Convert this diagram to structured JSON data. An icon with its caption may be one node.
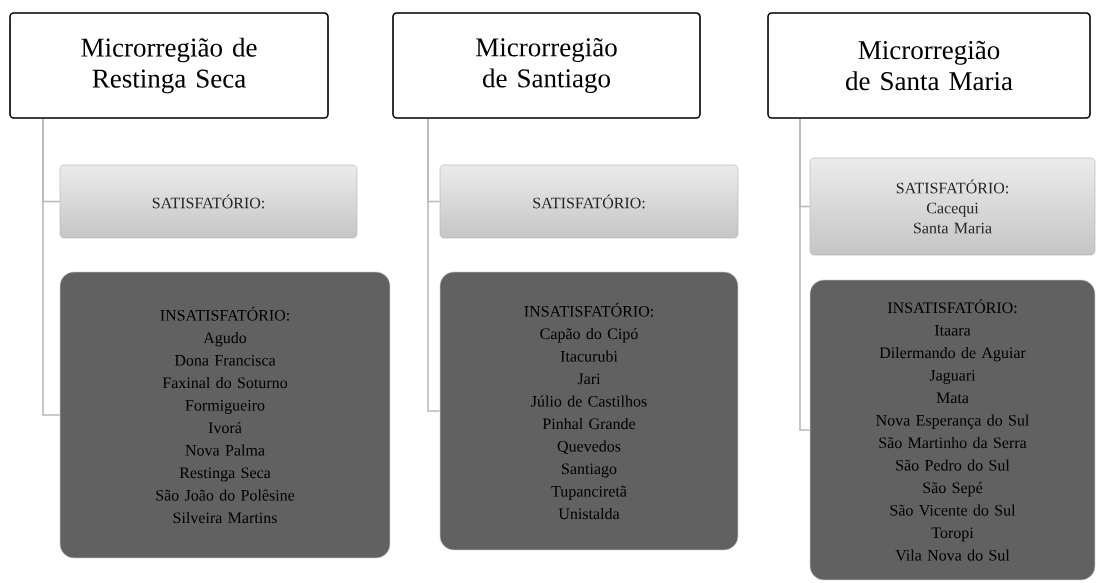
{
  "diagram": {
    "nodes": [
      {
        "text": [
          "Microrregião de Restinga Seca"
        ]
      },
      {
        "text": [
          "SATISFATÓRIO:"
        ]
      },
      {
        "text": [
          "INSATISFATÓRIO:",
          "Agudo",
          "Dona Francisca",
          "Faxinal do Soturno",
          "Formigueiro",
          "Ivorá",
          "Nova Palma",
          "Restinga Seca",
          "São João do Polêsine",
          "Silveira Martins"
        ]
      },
      {
        "text": [
          "Microrregião de Santiago"
        ]
      },
      {
        "text": [
          "SATISFATÓRIO:"
        ]
      },
      {
        "text": [
          "INSATISFATÓRIO:",
          "Capão do Cipó",
          "Itacurubi",
          "Jari",
          "Júlio de Castilhos",
          "Pinhal Grande",
          "Quevedos",
          "Santiago",
          "Tupanciretã",
          "Unistalda"
        ]
      },
      {
        "text": [
          "Microrregião de Santa Maria"
        ]
      },
      {
        "text": [
          "SATISFATÓRIO:",
          "Cacequi",
          "Santa Maria"
        ]
      },
      {
        "text": [
          "INSATISFATÓRIO:",
          "Itaara",
          "Dilermando de Aguiar",
          "Jaguari",
          "Mata",
          "Nova Esperança do Sul",
          "São Martinho da Serra",
          "São Pedro do Sul",
          "São Sepé",
          "São Vicente do Sul",
          "Toropi",
          "Vila Nova do Sul"
        ]
      }
    ],
    "edges": [
      {
        "from": 0,
        "to": 1,
        "arrow": "none"
      },
      {
        "from": 0,
        "to": 2,
        "arrow": "none"
      },
      {
        "from": 3,
        "to": 4,
        "arrow": "none"
      },
      {
        "from": 3,
        "to": 5,
        "arrow": "none"
      },
      {
        "from": 6,
        "to": 7,
        "arrow": "none"
      },
      {
        "from": 6,
        "to": 8,
        "arrow": "none"
      }
    ]
  }
}
